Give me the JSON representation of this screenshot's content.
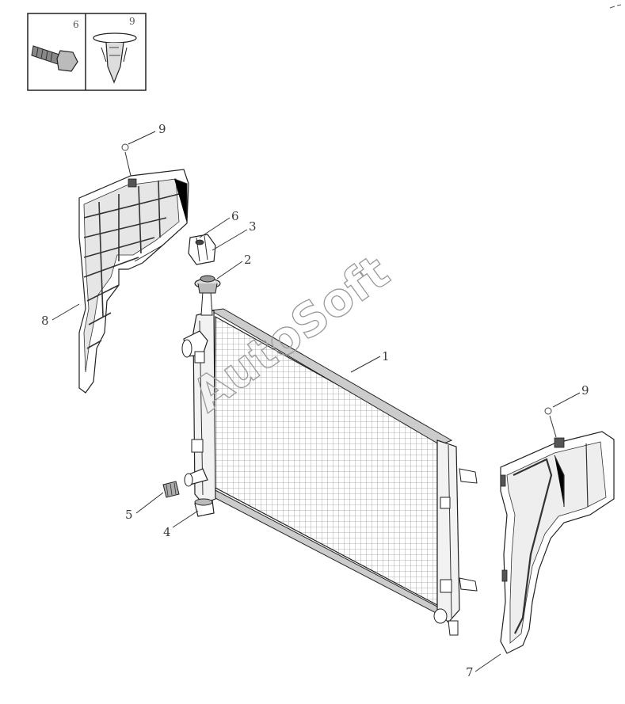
{
  "inset_labels": {
    "bolt": "6",
    "clip": "9"
  },
  "callouts": [
    {
      "id": "radiator",
      "text": "1"
    },
    {
      "id": "mount-bushing",
      "text": "2"
    },
    {
      "id": "upper-bracket",
      "text": "3"
    },
    {
      "id": "drain-plug-cap",
      "text": "4"
    },
    {
      "id": "drain-plug",
      "text": "5"
    },
    {
      "id": "bracket-bolt",
      "text": "6"
    },
    {
      "id": "right-air-deflector",
      "text": "7"
    },
    {
      "id": "left-air-deflector",
      "text": "8"
    },
    {
      "id": "clip-left",
      "text": "9"
    },
    {
      "id": "clip-right",
      "text": "9"
    }
  ],
  "watermark": "AutoSoft"
}
